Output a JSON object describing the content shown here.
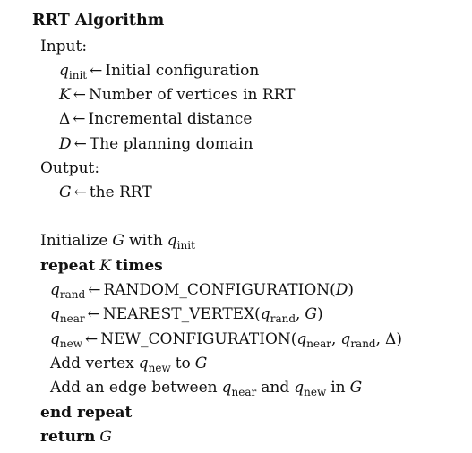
{
  "title": "RRT Algorithm",
  "input": {
    "label": "Input:",
    "lines": [
      {
        "var": "q",
        "sub": "init",
        "arrow": "←",
        "desc": "Initial configuration"
      },
      {
        "var": "K",
        "sub": "",
        "arrow": "←",
        "desc": "Number of vertices in RRT"
      },
      {
        "var": "Δ",
        "sub": "",
        "arrow": "←",
        "desc": "Incremental distance"
      },
      {
        "var": "D",
        "sub": "",
        "arrow": "←",
        "desc": "The planning domain"
      }
    ]
  },
  "output": {
    "label": "Output:",
    "lines": [
      {
        "var": "G",
        "sub": "",
        "arrow": "←",
        "desc": "the RRT"
      }
    ]
  },
  "body": {
    "init": {
      "text": "Initialize",
      "g": "G",
      "with": "with",
      "q": "q",
      "q_sub": "init"
    },
    "repeat": {
      "kw1": "repeat",
      "k": "K",
      "kw2": "times"
    },
    "step1": {
      "q": "q",
      "q_sub": "rand",
      "arrow": "←",
      "fn": "RANDOM_CONFIGURATION(",
      "arg": "D",
      "close": ")"
    },
    "step2": {
      "q": "q",
      "q_sub": "near",
      "arrow": "←",
      "fn": "NEAREST_VERTEX(",
      "a1": "q",
      "a1_sub": "rand",
      "comma": ",",
      "a2": "G",
      "close": ")"
    },
    "step3": {
      "q": "q",
      "q_sub": "new",
      "arrow": "←",
      "fn": "NEW_CONFIGURATION(",
      "a1": "q",
      "a1_sub": "near",
      "comma1": ",",
      "a2": "q",
      "a2_sub": "rand",
      "comma2": ",",
      "a3": "Δ",
      "close": ")"
    },
    "step4": {
      "text": "Add vertex",
      "q": "q",
      "q_sub": "new",
      "to": "to",
      "g": "G"
    },
    "step5": {
      "text": "Add an edge between",
      "q1": "q",
      "q1_sub": "near",
      "and": "and",
      "q2": "q",
      "q2_sub": "new",
      "in": "in",
      "g": "G"
    },
    "end_repeat": "end repeat",
    "return": {
      "kw": "return",
      "g": "G"
    }
  }
}
